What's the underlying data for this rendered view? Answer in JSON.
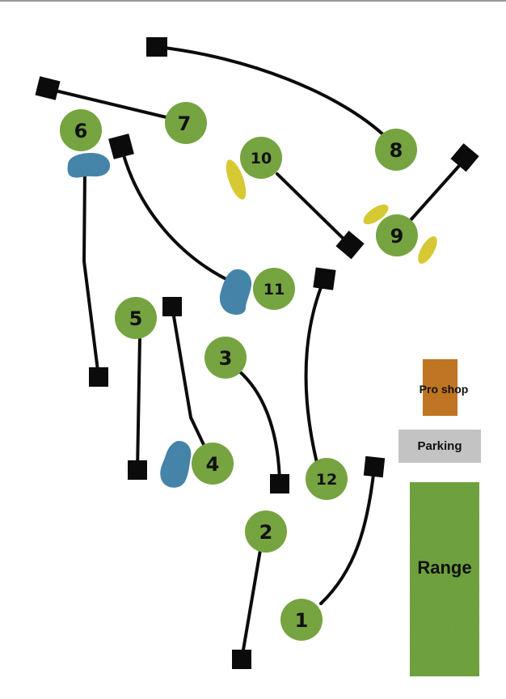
{
  "colors": {
    "green": "#7bab45",
    "water": "#4a8ab0",
    "sand": "#e0d238",
    "tee": "#0b0b0b",
    "fairway_line": "#0b0b0b",
    "pro_shop": "#c77a26",
    "parking": "#c3c3c3",
    "range": "#73a843",
    "label": "#111111"
  },
  "holes": [
    {
      "number": "1"
    },
    {
      "number": "2"
    },
    {
      "number": "3"
    },
    {
      "number": "4"
    },
    {
      "number": "5"
    },
    {
      "number": "6"
    },
    {
      "number": "7"
    },
    {
      "number": "8"
    },
    {
      "number": "9"
    },
    {
      "number": "10"
    },
    {
      "number": "11"
    },
    {
      "number": "12"
    }
  ],
  "facilities": {
    "pro_shop": "Pro shop",
    "parking": "Parking",
    "range": "Range"
  }
}
